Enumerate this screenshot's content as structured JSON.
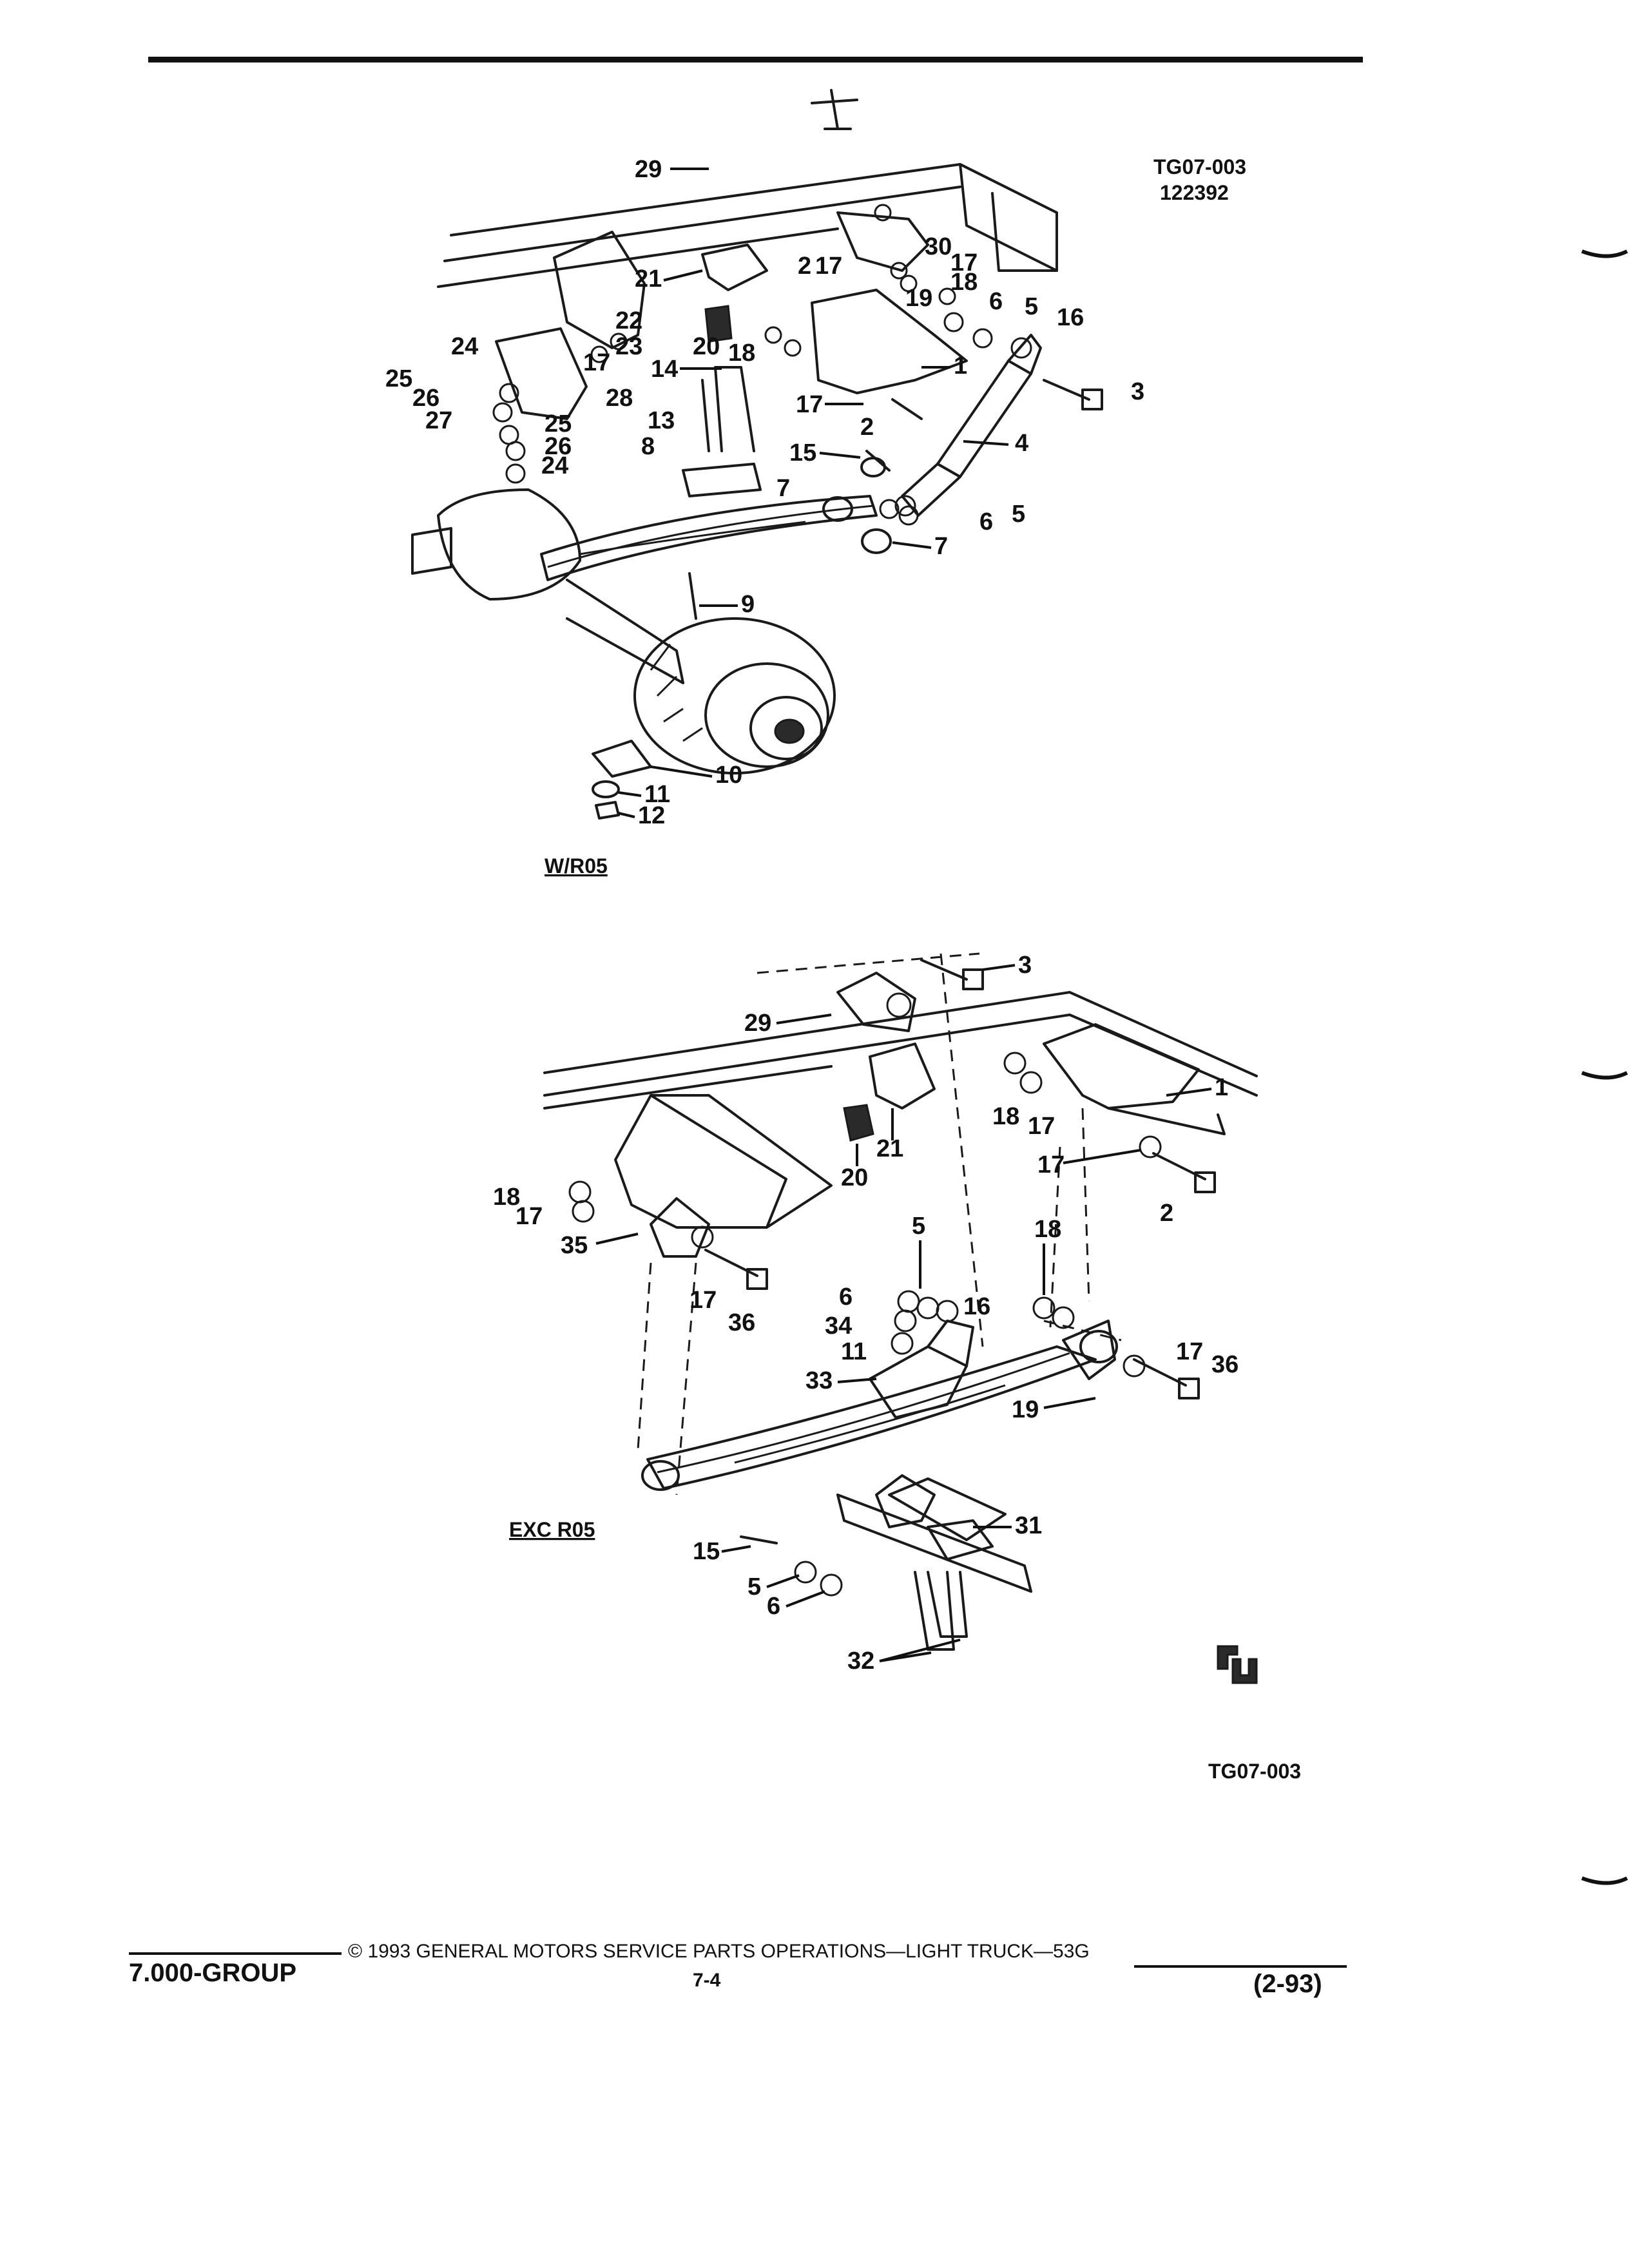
{
  "header": {
    "ref_code": "TG07-003",
    "ref_date": "122392"
  },
  "sections": {
    "top_label": "W/R05",
    "bottom_label": "EXC R05"
  },
  "bottom_ref_code": "TG07-003",
  "callouts_top": [
    "29",
    "2",
    "17",
    "30",
    "17",
    "18",
    "19",
    "21",
    "22",
    "23",
    "20",
    "18",
    "6",
    "5",
    "16",
    "24",
    "17",
    "1",
    "17",
    "3",
    "25",
    "26",
    "28",
    "27",
    "14",
    "2",
    "4",
    "13",
    "25",
    "26",
    "24",
    "8",
    "15",
    "7",
    "5",
    "6",
    "7",
    "9",
    "10",
    "11",
    "12"
  ],
  "callouts_bottom": [
    "3",
    "29",
    "18",
    "17",
    "1",
    "21",
    "20",
    "17",
    "2",
    "18",
    "17",
    "35",
    "17",
    "36",
    "5",
    "18",
    "6",
    "16",
    "34",
    "11",
    "33",
    "17",
    "36",
    "19",
    "31",
    "15",
    "5",
    "6",
    "32"
  ],
  "footer": {
    "copyright": "©  1993  GENERAL MOTORS SERVICE PARTS OPERATIONS—LIGHT TRUCK—53G",
    "group": "7.000-GROUP",
    "page": "7-4",
    "date_code": "(2-93)"
  }
}
